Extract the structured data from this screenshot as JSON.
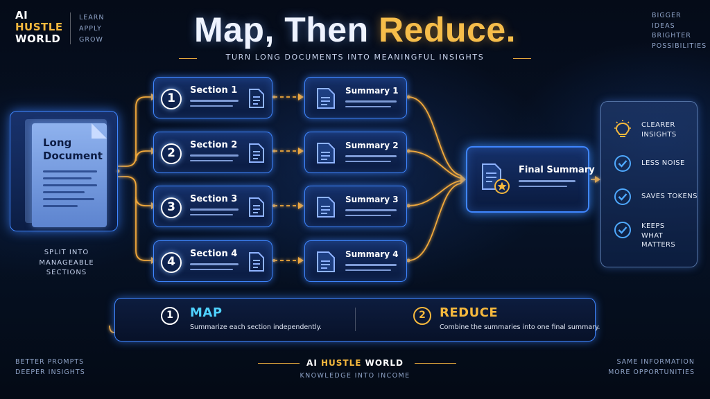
{
  "brand": {
    "ai": "AI",
    "hustle": "HUSTLE",
    "world": "WORLD"
  },
  "tagline": [
    "LEARN",
    "APPLY",
    "GROW"
  ],
  "top_right": [
    "BIGGER",
    "IDEAS",
    "BRIGHTER",
    "POSSIBILITIES"
  ],
  "title": {
    "part1": "Map, Then ",
    "part2": "Reduce."
  },
  "subtitle": "TURN LONG DOCUMENTS INTO MEANINGFUL INSIGHTS",
  "long_document": {
    "title_line1": "Long",
    "title_line2": "Document"
  },
  "left_caption": [
    "SPLIT INTO",
    "MANAGEABLE",
    "SECTIONS"
  ],
  "sections": [
    {
      "number": "1",
      "label": "Section 1"
    },
    {
      "number": "2",
      "label": "Section 2"
    },
    {
      "number": "3",
      "label": "Section 3"
    },
    {
      "number": "4",
      "label": "Section 4"
    }
  ],
  "summaries": [
    "Summary 1",
    "Summary 2",
    "Summary 3",
    "Summary 4"
  ],
  "final_summary": "Final Summary",
  "benefits": [
    {
      "icon": "lightbulb-icon",
      "lines": [
        "CLEARER",
        "INSIGHTS"
      ]
    },
    {
      "icon": "check-circle-icon",
      "lines": [
        "LESS NOISE"
      ]
    },
    {
      "icon": "check-circle-icon",
      "lines": [
        "SAVES TOKENS"
      ]
    },
    {
      "icon": "check-circle-icon",
      "lines": [
        "KEEPS",
        "WHAT MATTERS"
      ]
    }
  ],
  "map_step": {
    "number": "1",
    "title": "MAP",
    "description": "Summarize each section independently."
  },
  "reduce_step": {
    "number": "2",
    "title": "REDUCE",
    "description": "Combine the summaries into one final summary."
  },
  "footer": {
    "left": [
      "BETTER PROMPTS",
      "DEEPER INSIGHTS"
    ],
    "right": [
      "SAME INFORMATION",
      "MORE OPPORTUNITIES"
    ],
    "brand": {
      "ai": "AI",
      "hustle": "HUSTLE",
      "world": "WORLD"
    },
    "tagline": "KNOWLEDGE INTO INCOME"
  },
  "colors": {
    "accent_gold": "#f6bd4a",
    "accent_blue": "#3f86ff",
    "map_cyan": "#4fd2ff",
    "reduce_gold": "#f5b83d",
    "background": "#050b18"
  }
}
